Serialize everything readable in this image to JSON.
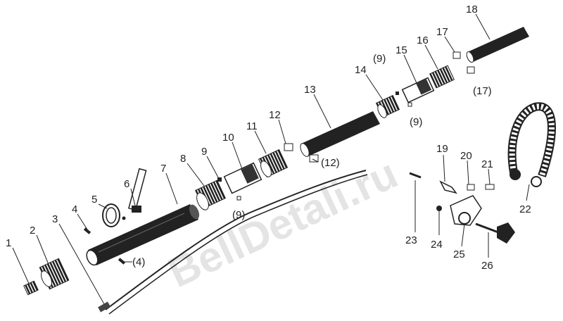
{
  "watermark": "BellDetali.ru",
  "labels": {
    "p1": "1",
    "p2": "2",
    "p3": "3",
    "p4": "4",
    "p4b": "(4)",
    "p5": "5",
    "p6": "6",
    "p7": "7",
    "p8": "8",
    "p9": "9",
    "p9b": "(9)",
    "p9c": "(9)",
    "p9d": "(9)",
    "p10": "10",
    "p11": "11",
    "p12": "12",
    "p12b": "(12)",
    "p13": "13",
    "p14": "14",
    "p15": "15",
    "p16": "16",
    "p17": "17",
    "p17b": "(17)",
    "p18": "18",
    "p19": "19",
    "p20": "20",
    "p21": "21",
    "p22": "22",
    "p23": "23",
    "p24": "24",
    "p25": "25",
    "p26": "26"
  }
}
